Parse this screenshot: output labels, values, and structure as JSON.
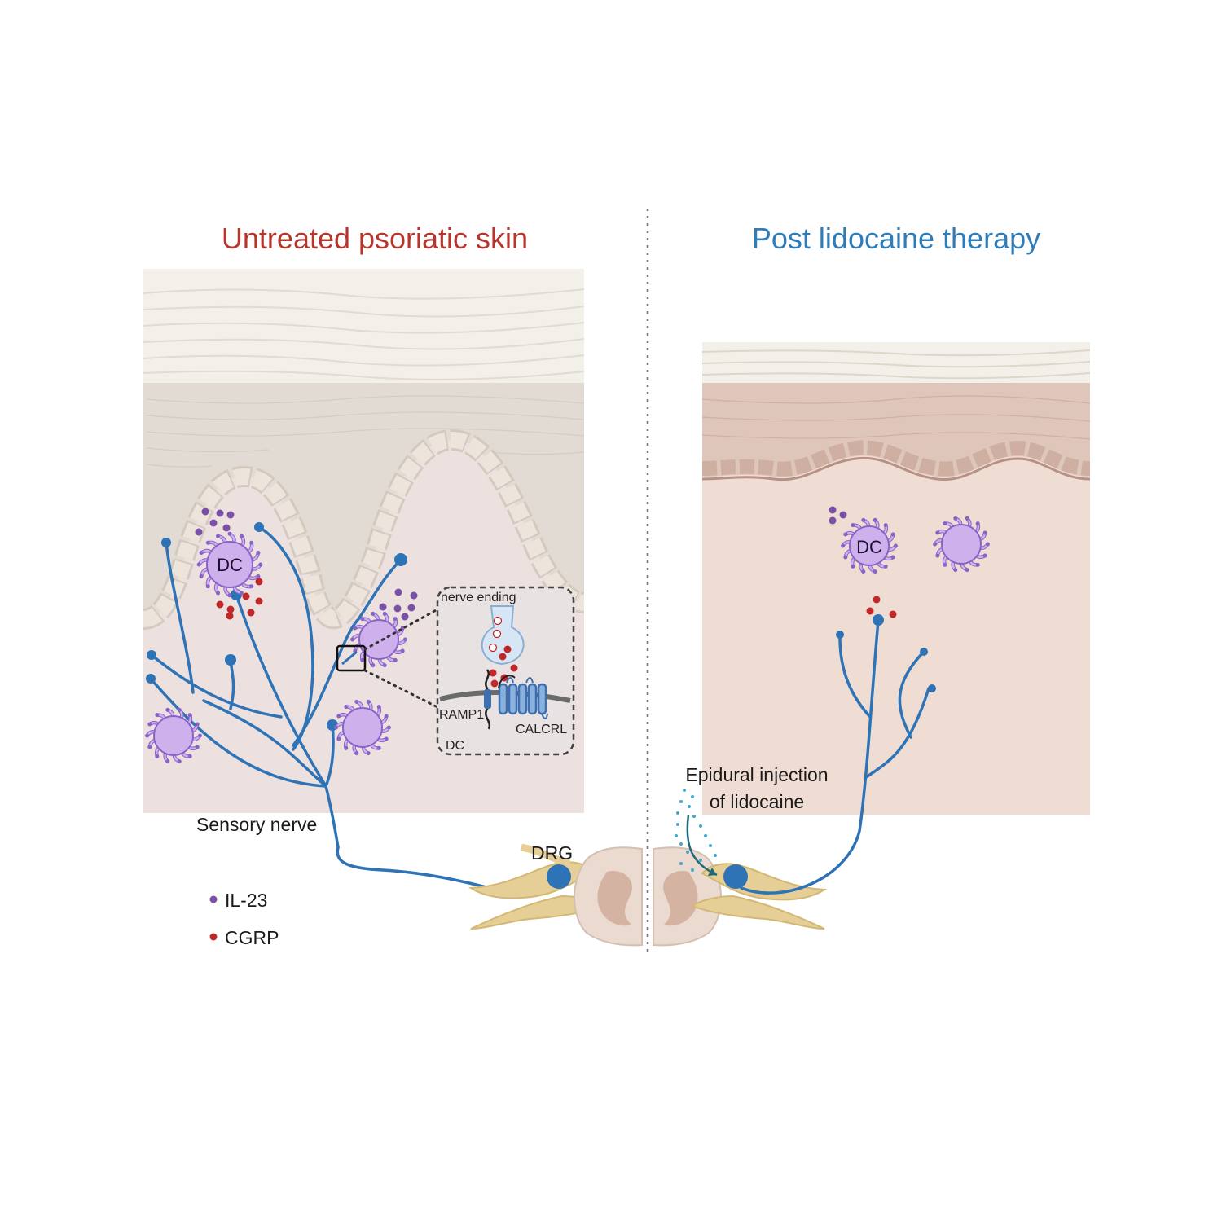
{
  "titles": {
    "left": "Untreated psoriatic skin",
    "right": "Post lidocaine therapy"
  },
  "colors": {
    "left_title": "#b5362d",
    "right_title": "#2f7db8",
    "nerve": "#2d73b5",
    "dc_fill": "#cdb0ec",
    "dc_stroke": "#8a63c9",
    "il23": "#7a4fa6",
    "cgrp": "#c0282a",
    "drg_ganglion": "#e6cf96",
    "cord": "#e6d2c4"
  },
  "labels": {
    "dc": "DC",
    "sensory_nerve": "Sensory nerve",
    "drg": "DRG",
    "epidural_line1": "Epidural injection",
    "epidural_line2": "of lidocaine"
  },
  "inset": {
    "title": "nerve ending",
    "ramp1": "RAMP1",
    "calcrl": "CALCRL",
    "dc": "DC"
  },
  "legend": [
    {
      "label": "IL-23",
      "color": "#7a4fa6"
    },
    {
      "label": "CGRP",
      "color": "#c0282a"
    }
  ]
}
